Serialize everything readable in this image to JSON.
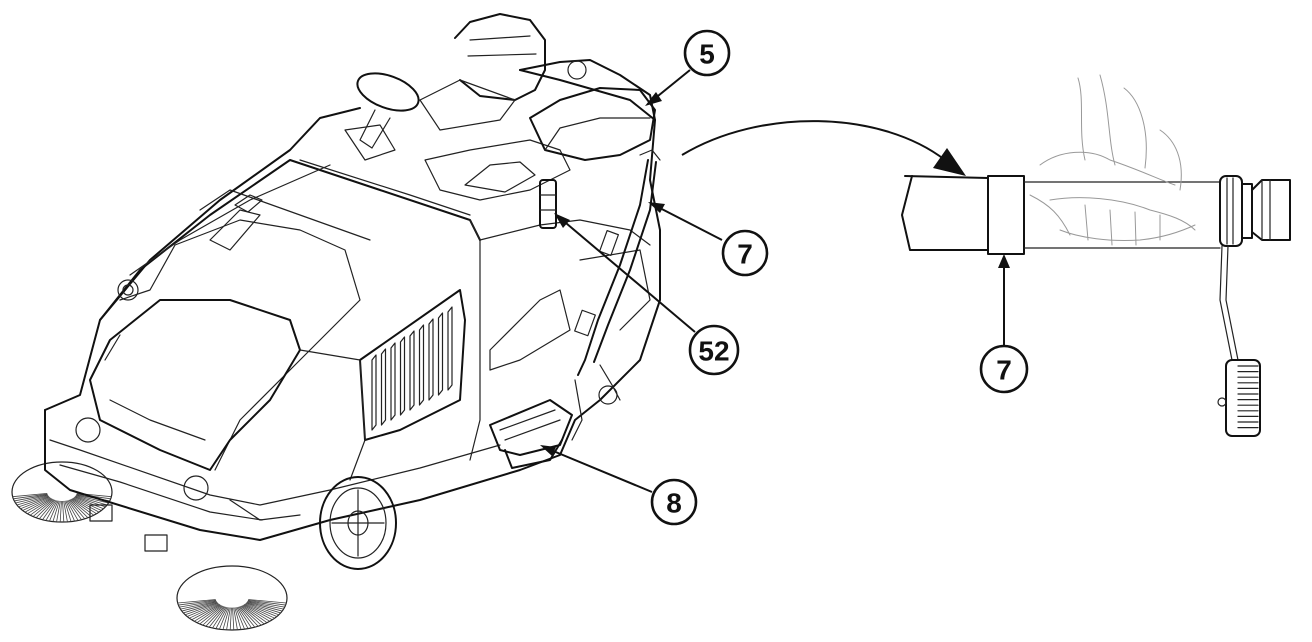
{
  "callouts": {
    "c5": "5",
    "c7_machine": "7",
    "c52": "52",
    "c8": "8",
    "c7_detail": "7"
  },
  "colors": {
    "line": "#111111",
    "background": "#ffffff"
  }
}
